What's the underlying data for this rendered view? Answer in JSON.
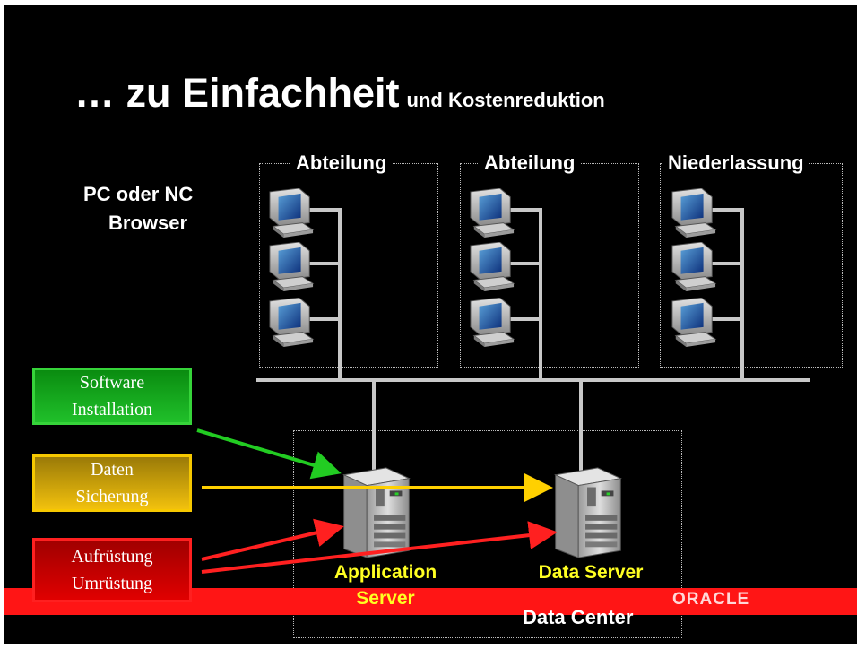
{
  "title": {
    "main": "… zu Einfachheit",
    "sub": "und Kostenreduktion"
  },
  "clients_label": {
    "line1": "PC oder NC",
    "line2": "Browser"
  },
  "groups": [
    {
      "label": "Abteilung"
    },
    {
      "label": "Abteilung"
    },
    {
      "label": "Niederlassung"
    }
  ],
  "tasks": [
    {
      "line1": "Software",
      "line2": "Installation",
      "color": "#20c02a"
    },
    {
      "line1": "Daten",
      "line2": "Sicherung",
      "color": "#f2c10d"
    },
    {
      "line1": "Aufrüstung",
      "line2": "Umrüstung",
      "color": "#e00000"
    }
  ],
  "servers": {
    "application": {
      "line1": "Application",
      "line2": "Server"
    },
    "data": {
      "line1": "Data Server"
    }
  },
  "data_center_label": "Data Center",
  "brand": "ORACLE",
  "icons": {
    "client": "computer-icon",
    "server": "server-icon"
  },
  "colors": {
    "background": "#000000",
    "band": "#ff1515",
    "server_label": "#ffff22",
    "network": "#c8c8c8"
  }
}
